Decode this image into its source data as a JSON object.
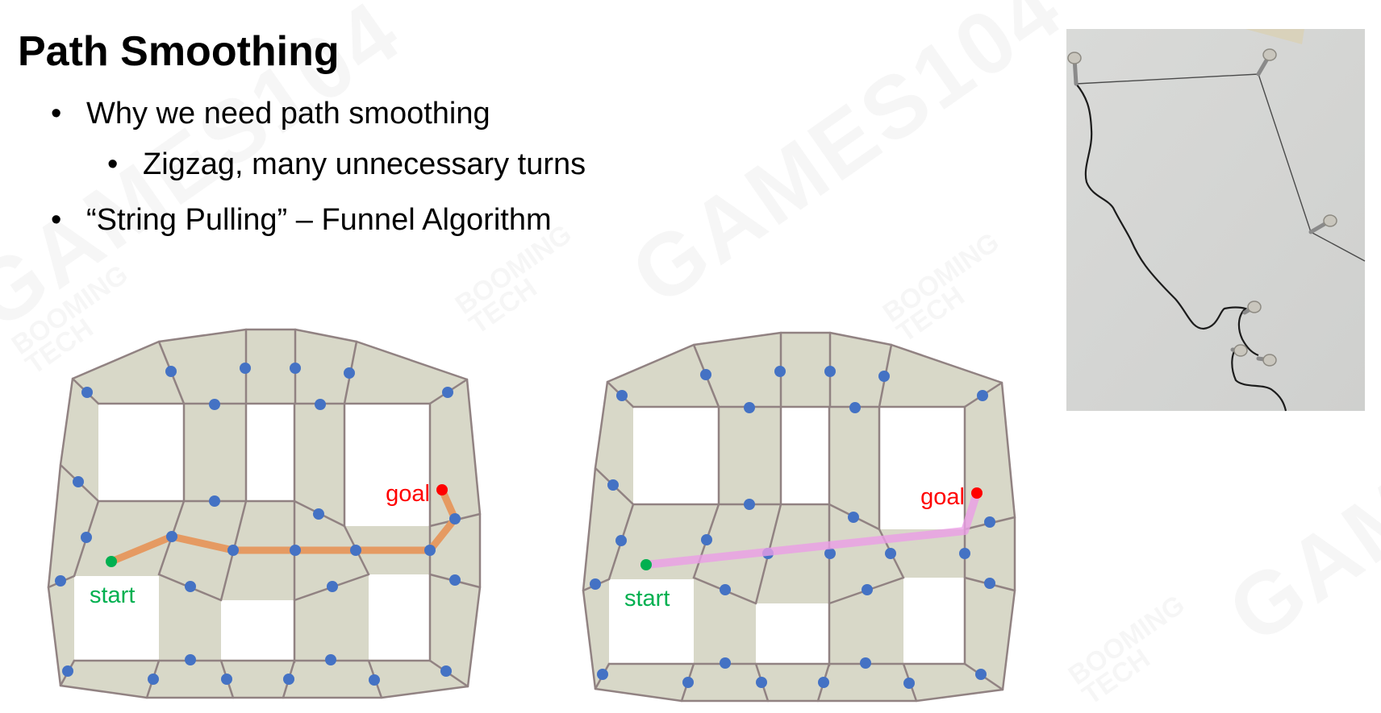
{
  "slide": {
    "title": "Path Smoothing",
    "bullets": [
      {
        "bullet": "•",
        "text": "Why we need path smoothing"
      },
      {
        "bullet": "•",
        "text": "Zigzag, many unnecessary turns"
      },
      {
        "bullet": "•",
        "text": "“String Pulling” – Funnel Algorithm"
      }
    ]
  },
  "diagrams": {
    "left": {
      "start_label": "start",
      "goal_label": "goal",
      "path_kind": "zigzag"
    },
    "right": {
      "start_label": "start",
      "goal_label": "goal",
      "path_kind": "string-pulled"
    }
  },
  "watermark": {
    "main": "GAMES104",
    "brand_line1": "BOOMING",
    "brand_line2": "TECH"
  },
  "colors": {
    "mesh_fill": "#d8d8c8",
    "mesh_stroke": "#918282",
    "node": "#4472c4",
    "start": "#00b050",
    "goal": "#ff0000",
    "zigzag_path": "#e59a62",
    "smooth_path": "#eb9ee6"
  }
}
